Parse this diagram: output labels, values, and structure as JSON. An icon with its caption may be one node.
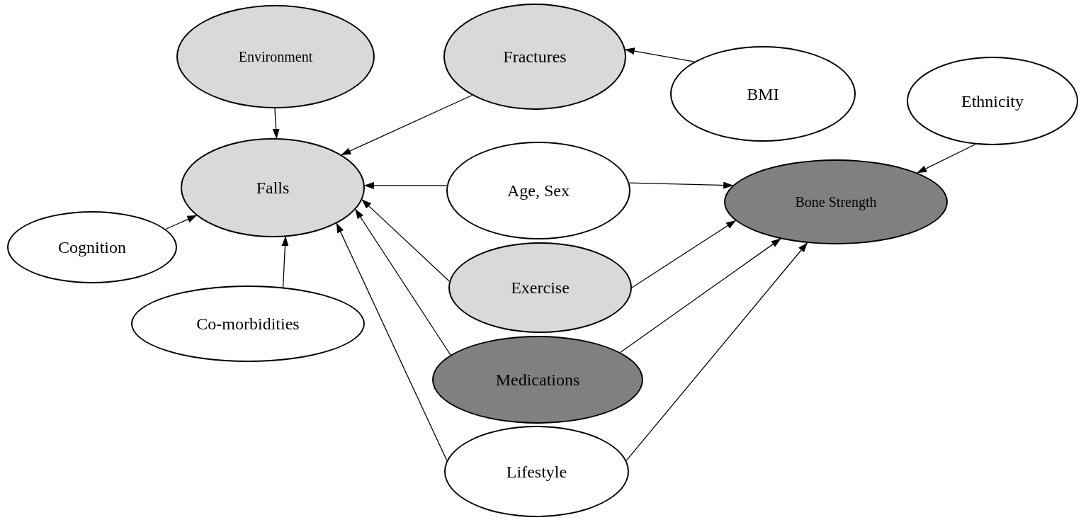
{
  "diagram": {
    "nodes": [
      {
        "text": [
          "Environment"
        ]
      },
      {
        "text": [
          "Fractures"
        ]
      },
      {
        "text": [
          "BMI"
        ]
      },
      {
        "text": [
          "Ethnicity"
        ]
      },
      {
        "text": [
          "Falls"
        ]
      },
      {
        "text": [
          "Age, Sex"
        ]
      },
      {
        "text": [
          "Bone Strength"
        ]
      },
      {
        "text": [
          "Cognition"
        ]
      },
      {
        "text": [
          "Co-morbidities"
        ]
      },
      {
        "text": [
          "Exercise"
        ]
      },
      {
        "text": [
          "Medications"
        ]
      },
      {
        "text": [
          "Lifestyle"
        ]
      }
    ],
    "edges": [
      {
        "from": 0,
        "to": 4,
        "arrow": "to"
      },
      {
        "from": 1,
        "to": 4,
        "arrow": "to"
      },
      {
        "from": 2,
        "to": 1,
        "arrow": "to"
      },
      {
        "from": 5,
        "to": 4,
        "arrow": "to"
      },
      {
        "from": 5,
        "to": 6,
        "arrow": "to"
      },
      {
        "from": 3,
        "to": 6,
        "arrow": "to"
      },
      {
        "from": 7,
        "to": 4,
        "arrow": "to"
      },
      {
        "from": 8,
        "to": 4,
        "arrow": "to"
      },
      {
        "from": 9,
        "to": 4,
        "arrow": "to"
      },
      {
        "from": 9,
        "to": 6,
        "arrow": "to"
      },
      {
        "from": 10,
        "to": 4,
        "arrow": "to"
      },
      {
        "from": 10,
        "to": 6,
        "arrow": "to"
      },
      {
        "from": 11,
        "to": 4,
        "arrow": "to"
      },
      {
        "from": 11,
        "to": 6,
        "arrow": "to"
      }
    ]
  }
}
